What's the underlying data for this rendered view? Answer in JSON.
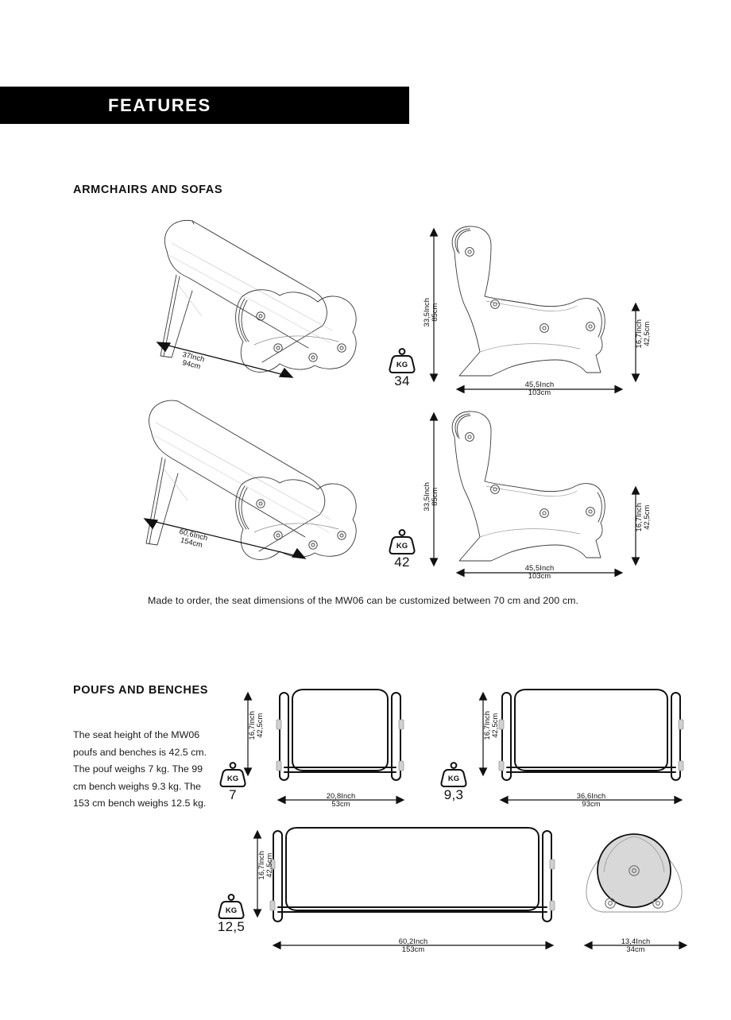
{
  "banner": {
    "title": "FEATURES"
  },
  "sections": {
    "armchairs": {
      "heading": "ARMCHAIRS AND SOFAS",
      "note": "Made to order, the seat dimensions of the MW06 can be customized between 70 cm and 200 cm.",
      "items": [
        {
          "name": "armchair",
          "weight_kg": "34",
          "kg_unit": "KG",
          "depth_inch": "37Inch",
          "depth_cm": "94cm",
          "height_inch": "33,5Inch",
          "height_cm": "85cm",
          "length_inch": "45,5Inch",
          "length_cm": "103cm",
          "seat_inch": "16,7Inch",
          "seat_cm": "42,5cm"
        },
        {
          "name": "sofa",
          "weight_kg": "42",
          "kg_unit": "KG",
          "depth_inch": "60,6Inch",
          "depth_cm": "154cm",
          "height_inch": "33,5Inch",
          "height_cm": "85cm",
          "length_inch": "45,5Inch",
          "length_cm": "103cm",
          "seat_inch": "16,7Inch",
          "seat_cm": "42,5cm"
        }
      ]
    },
    "poufs": {
      "heading": "POUFS AND BENCHES",
      "description": "The seat height of the MW06 poufs and benches is 42.5 cm. The pouf weighs 7 kg. The 99 cm bench weighs 9.3 kg. The 153 cm bench weighs 12.5 kg.",
      "items": [
        {
          "name": "pouf",
          "weight_kg": "7",
          "kg_unit": "KG",
          "height_inch": "16,7Inch",
          "height_cm": "42,5cm",
          "width_inch": "20,8Inch",
          "width_cm": "53cm"
        },
        {
          "name": "bench-93",
          "weight_kg": "9,3",
          "kg_unit": "KG",
          "height_inch": "16,7Inch",
          "height_cm": "42,5cm",
          "width_inch": "36,6Inch",
          "width_cm": "93cm"
        },
        {
          "name": "bench-153",
          "weight_kg": "12,5",
          "kg_unit": "KG",
          "height_inch": "16,7Inch",
          "height_cm": "42,5cm",
          "width_inch": "60,2Inch",
          "width_cm": "153cm"
        },
        {
          "name": "pouf-side-view",
          "width_inch": "13,4Inch",
          "width_cm": "34cm"
        }
      ]
    }
  },
  "colors": {
    "banner_bg": "#000000",
    "banner_text": "#ffffff",
    "ink": "#111111",
    "line": "#3a3a3a",
    "fill_gray": "#d8d8d8",
    "page_bg": "#ffffff"
  }
}
